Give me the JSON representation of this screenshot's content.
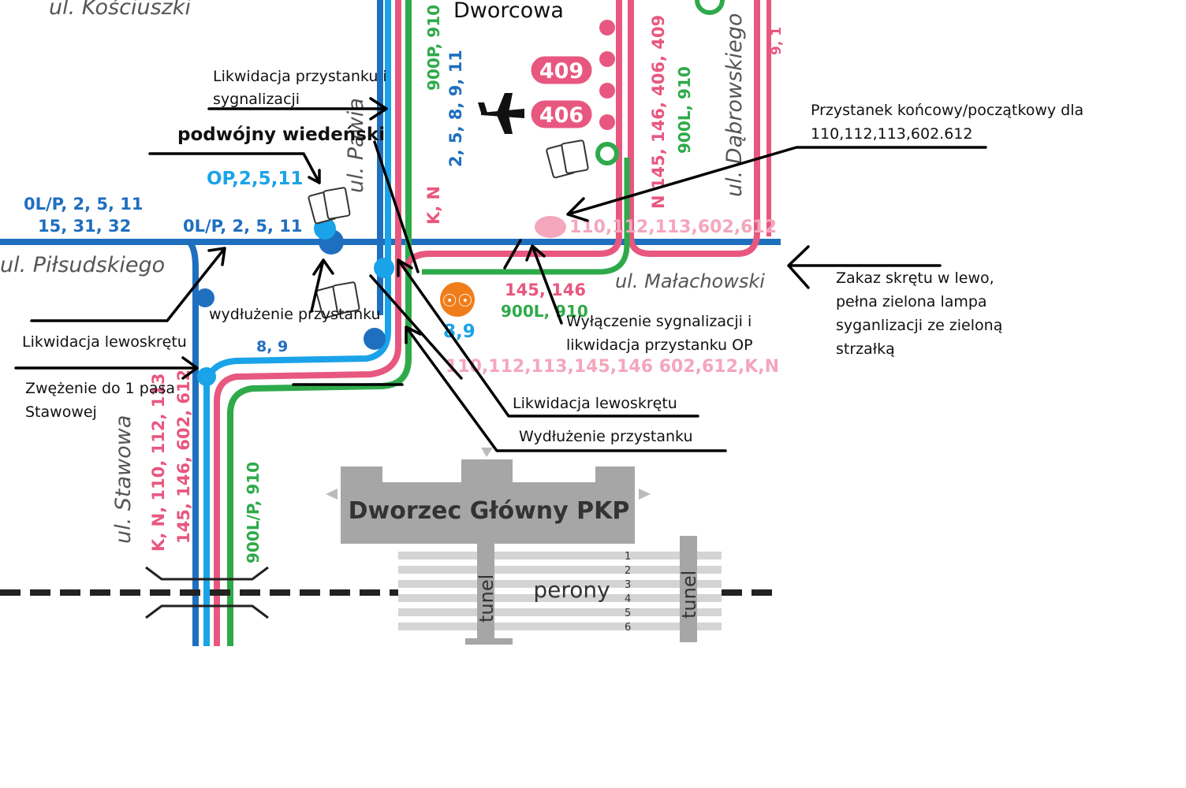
{
  "streets": {
    "kosciuszki": "ul. Kościuszki",
    "pilsudskiego": "ul. Piłsudskiego",
    "pawia": "ul. Pawia",
    "stawowa": "ul. Stawowa",
    "dabrowskiego": "ul. Dąbrowskiego",
    "malachowski": "ul. Małachowski",
    "dworcowa": "Dworcowa"
  },
  "stations": {
    "main": "Dworzec Główny PKP",
    "platforms": "perony",
    "tunnel_left": "tunel",
    "tunnel_right": "tunel",
    "platform_numbers": [
      "1",
      "2",
      "3",
      "4",
      "5",
      "6"
    ]
  },
  "bus_badges": [
    "409",
    "406"
  ],
  "route_labels": {
    "blue_left_top": "0L/P, 2, 5, 11",
    "blue_left_bottom": "15, 31, 32",
    "blue_mid": "0L/P, 2, 5, 11",
    "cyan_stop": "OP,2,5,11",
    "blue_89": "8, 9",
    "cyan_89": "8,9",
    "green_vertical_1": "900P, 910",
    "blue_vertical_1": "2, 5, 8, 9, 11",
    "pink_vertical_kn": "K, N",
    "pink_vertical_2": "N 145, 146, 406, 409",
    "green_vertical_2": "900L, 910",
    "pink_terminal": "110,112,113,602,612",
    "pink_145": "145, 146",
    "green_900l": "900L, 910",
    "pink_bottom_long": "110,112,113,145,146 602,612,K,N",
    "stawowa_pink_1": "K, N, 110, 112, 113",
    "stawowa_pink_2": "145, 146, 602, 612",
    "stawowa_green": "900L/P, 910",
    "dabrowskiego_side": "9, 1"
  },
  "annotations": {
    "likwidacja_przystanku": [
      "Likwidacja przystanku i",
      "sygnalizacji"
    ],
    "podwojny": "podwójny wiedeński",
    "przystanek_koncowy": [
      "Przystanek końcowy/początkowy dla",
      "110,112,113,602.612"
    ],
    "zakaz": [
      "Zakaz skrętu w lewo,",
      "pełna zielona lampa",
      "syganlizacji ze zieloną",
      "strzałką"
    ],
    "wydluzenie_1": "wydłużenie przystanku",
    "likwidacja_lewoskretu_1": "Likwidacja lewoskrętu",
    "zwezenie": [
      "Zwężenie do 1 pasa",
      "Stawowej"
    ],
    "wylaczenie": [
      "Wyłączenie sygnalizacji i",
      "likwidacja przystanku OP"
    ],
    "likwidacja_lewoskretu_2": "Likwidacja lewoskrętu",
    "wydluzenie_2": "Wydłużenie przystanku"
  },
  "colors": {
    "tram_blue": "#1f6fbf",
    "tram_cyan": "#1aa3e8",
    "bus_pink": "#e8577f",
    "bus_light_pink": "#f4a6bd",
    "express_green": "#2eaa4a",
    "station_gray": "#a6a6a6",
    "bike_orange": "#f07d1a"
  }
}
